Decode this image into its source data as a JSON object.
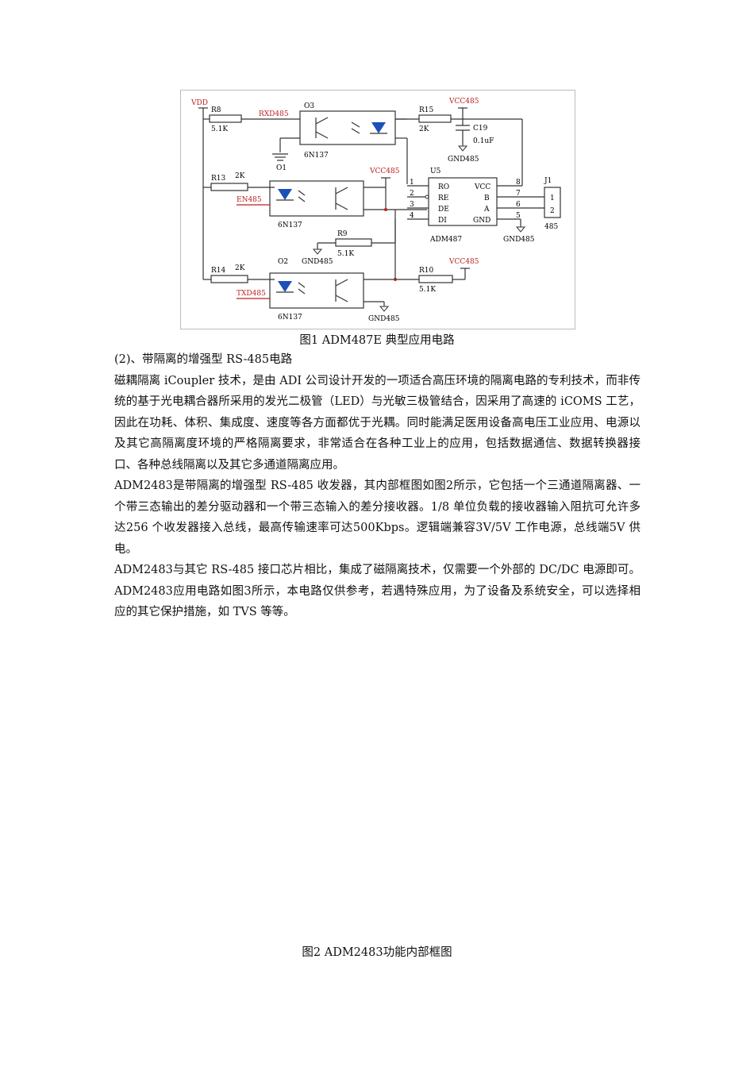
{
  "figure1": {
    "caption": "图1 ADM487E 典型应用电路",
    "labels": {
      "vdd": "VDD",
      "r8": "R8",
      "r8_val": "5.1K",
      "rxd": "RXD485",
      "o3": "O3",
      "o3_part": "6N137",
      "o1": "O1",
      "r15": "R15",
      "r15_val": "2K",
      "vcc_top": "VCC485",
      "c19": "C19",
      "c19_val": "0.1uF",
      "gnd_top": "GND485",
      "r13": "R13",
      "r13_val": "2K",
      "vcc_mid": "VCC485",
      "en": "EN485",
      "mid_part": "6N137",
      "u5": "U5",
      "ro": "RO",
      "re": "RE",
      "de": "DE",
      "di": "DI",
      "vcc_pin": "VCC",
      "b_pin": "B",
      "a_pin": "A",
      "gnd_pin": "GND",
      "ic": "ADM487",
      "j1": "J1",
      "j1_1": "1",
      "j1_2": "2",
      "j1_name": "485",
      "gnd_right": "GND485",
      "p1": "1",
      "p2": "2",
      "p3": "3",
      "p4": "4",
      "p5": "5",
      "p6": "6",
      "p7": "7",
      "p8": "8",
      "r9": "R9",
      "r9_val": "5.1K",
      "gnd_r9": "GND485",
      "r14": "R14",
      "r14_val": "2K",
      "o2": "O2",
      "txd": "TXD485",
      "o2_part": "6N137",
      "gnd_bottom": "GND485",
      "r10": "R10",
      "r10_val": "5.1K",
      "vcc_bot": "VCC485"
    }
  },
  "section_heading": "(2)、带隔离的增强型 RS-485电路",
  "paragraphs": [
    "磁耦隔离 iCoupler 技术，是由 ADI 公司设计开发的一项适合高压环境的隔离电路的专利技术，而非传统的基于光电耦合器所采用的发光二极管（LED）与光敏三极管结合，因采用了高速的 iCOMS 工艺，因此在功耗、体积、集成度、速度等各方面都优于光耦。同时能满足医用设备高电压工业应用、电源以及其它高隔离度环境的严格隔离要求，非常适合在各种工业上的应用，包括数据通信、数据转换器接口、各种总线隔离以及其它多通道隔离应用。",
    "ADM2483是带隔离的增强型 RS-485 收发器，其内部框图如图2所示，它包括一个三通道隔离器、一个带三态输出的差分驱动器和一个带三态输入的差分接收器。1/8 单位负载的接收器输入阻抗可允许多达256 个收发器接入总线，最高传输速率可达500Kbps。逻辑端兼容3V/5V 工作电源，总线端5V 供电。",
    "ADM2483与其它 RS-485 接口芯片相比，集成了磁隔离技术，仅需要一个外部的 DC/DC 电源即可。ADM2483应用电路如图3所示，本电路仅供参考，若遇特殊应用，为了设备及系统安全，可以选择相应的其它保护措施，如 TVS 等等。"
  ],
  "figure2": {
    "caption": "图2 ADM2483功能内部框图"
  },
  "colors": {
    "wire": "#333333",
    "net_label": "#b22222",
    "diode_fill": "#1d4fb8"
  }
}
